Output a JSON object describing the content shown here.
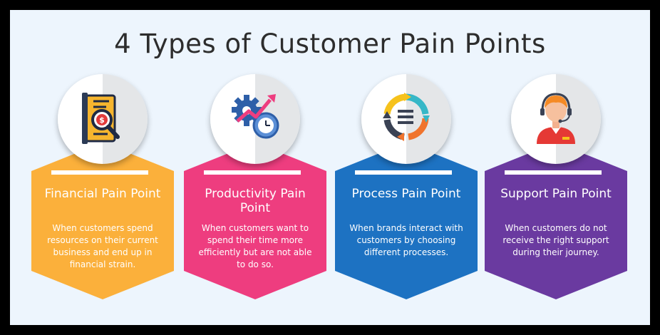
{
  "title": "4 Types of Customer Pain Points",
  "colors": {
    "background": "#edf5fd",
    "title": "#2d2d2d",
    "financial": "#fbb03b",
    "productivity": "#ee3d7f",
    "process": "#1d72c2",
    "support": "#6a3aa0"
  },
  "cards": [
    {
      "icon": "financial-document-icon",
      "title": "Financial Pain Point",
      "description": "When customers spend resources on their current business and end up in financial strain."
    },
    {
      "icon": "gear-clock-growth-icon",
      "title": "Productivity Pain Point",
      "description": "When customers want to spend their time more efficiently but are not able to do so."
    },
    {
      "icon": "process-cycle-icon",
      "title": "Process Pain Point",
      "description": "When brands interact with customers by choosing different processes."
    },
    {
      "icon": "support-agent-icon",
      "title": "Support Pain Point",
      "description": "When customers do not receive the right support during their journey."
    }
  ]
}
